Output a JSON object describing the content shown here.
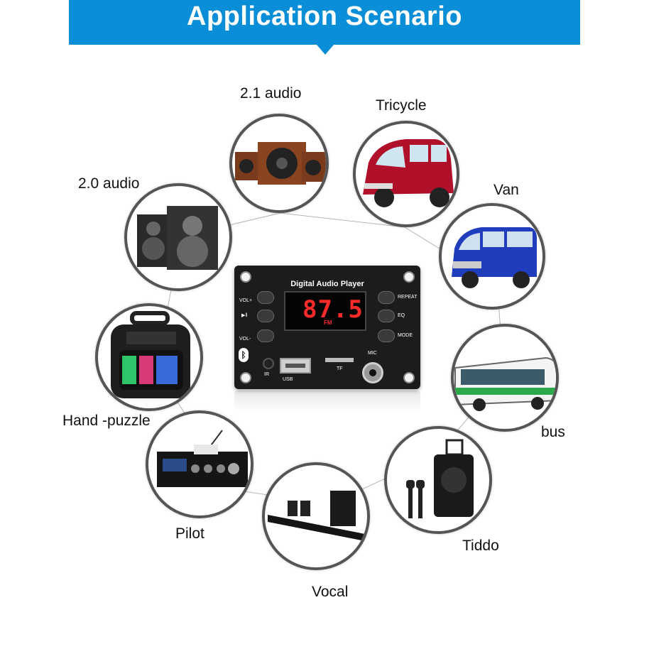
{
  "banner": {
    "title": "Application Scenario",
    "color": "#0b8ed8"
  },
  "scenarios": [
    {
      "label": "2.1 audio",
      "icon": "speaker-2.1-icon"
    },
    {
      "label": "Tricycle",
      "icon": "tricycle-car-icon"
    },
    {
      "label": "2.0 audio",
      "icon": "speaker-2.0-icon"
    },
    {
      "label": "Van",
      "icon": "van-icon"
    },
    {
      "label": "Hand -puzzle",
      "icon": "portable-speaker-icon"
    },
    {
      "label": "bus",
      "icon": "bus-icon"
    },
    {
      "label": "Pilot",
      "icon": "amplifier-icon"
    },
    {
      "label": "Tiddo",
      "icon": "trolley-speaker-icon"
    },
    {
      "label": "Vocal",
      "icon": "soundbar-icon"
    }
  ],
  "player": {
    "title": "Digital Audio Player",
    "frequency": "87.5",
    "band": "FM",
    "left_buttons": [
      "VOL+",
      "",
      "VOL-"
    ],
    "right_buttons": [
      "REPEAT",
      "EQ",
      "MODE"
    ],
    "port_labels": {
      "ir": "IR",
      "usb": "USB",
      "tf": "TF",
      "mic": "MIC"
    }
  }
}
